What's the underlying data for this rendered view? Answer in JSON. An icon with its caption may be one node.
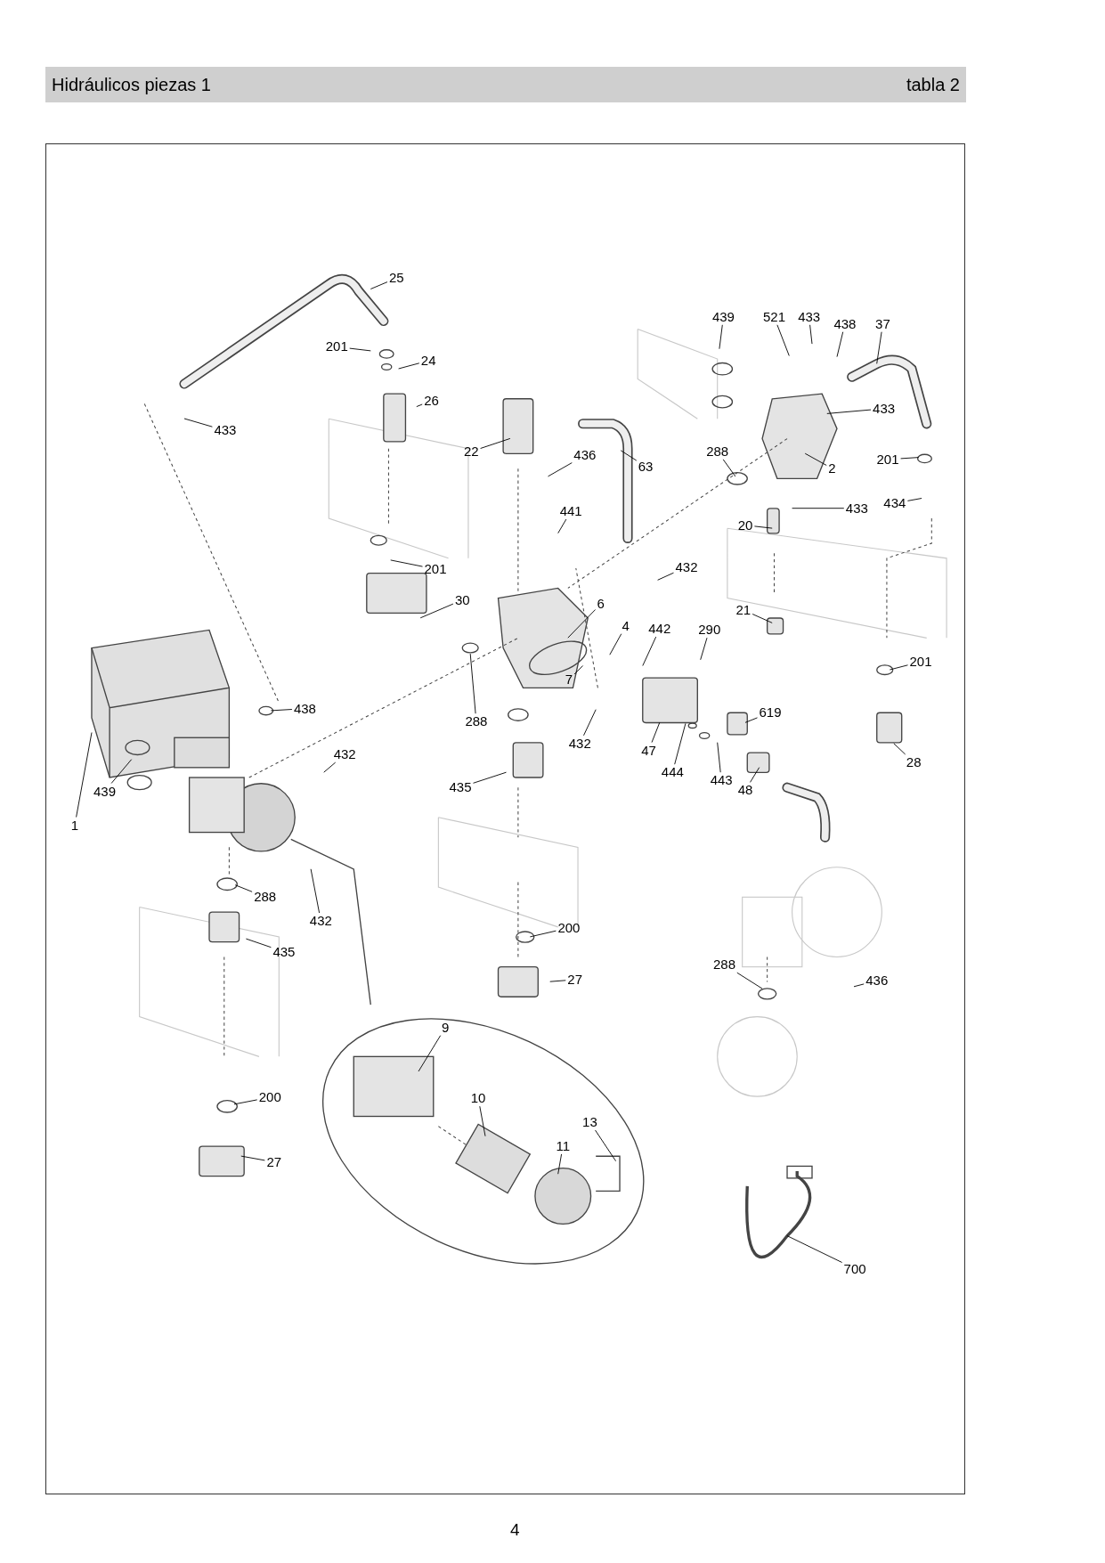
{
  "diagram": {
    "title": "Hidráulicos piezas 1",
    "nodes": [
      {
        "text": [
          "25"
        ]
      },
      {
        "text": [
          "201"
        ]
      },
      {
        "text": [
          "24"
        ]
      },
      {
        "text": [
          "26"
        ]
      },
      {
        "text": [
          "433"
        ]
      },
      {
        "text": [
          "439"
        ]
      },
      {
        "text": [
          "521"
        ]
      },
      {
        "text": [
          "433"
        ]
      },
      {
        "text": [
          "438"
        ]
      },
      {
        "text": [
          "37"
        ]
      },
      {
        "text": [
          "433"
        ]
      },
      {
        "text": [
          "22"
        ]
      },
      {
        "text": [
          "436"
        ]
      },
      {
        "text": [
          "63"
        ]
      },
      {
        "text": [
          "288"
        ]
      },
      {
        "text": [
          "2"
        ]
      },
      {
        "text": [
          "201"
        ]
      },
      {
        "text": [
          "433"
        ]
      },
      {
        "text": [
          "434"
        ]
      },
      {
        "text": [
          "441"
        ]
      },
      {
        "text": [
          "20"
        ]
      },
      {
        "text": [
          "201"
        ]
      },
      {
        "text": [
          "432"
        ]
      },
      {
        "text": [
          "30"
        ]
      },
      {
        "text": [
          "6"
        ]
      },
      {
        "text": [
          "21"
        ]
      },
      {
        "text": [
          "4"
        ]
      },
      {
        "text": [
          "442"
        ]
      },
      {
        "text": [
          "290"
        ]
      },
      {
        "text": [
          "201"
        ]
      },
      {
        "text": [
          "7"
        ]
      },
      {
        "text": [
          "438"
        ]
      },
      {
        "text": [
          "619"
        ]
      },
      {
        "text": [
          "288"
        ]
      },
      {
        "text": [
          "432"
        ]
      },
      {
        "text": [
          "47"
        ]
      },
      {
        "text": [
          "432"
        ]
      },
      {
        "text": [
          "435"
        ]
      },
      {
        "text": [
          "444"
        ]
      },
      {
        "text": [
          "443"
        ]
      },
      {
        "text": [
          "28"
        ]
      },
      {
        "text": [
          "48"
        ]
      },
      {
        "text": [
          "439"
        ]
      },
      {
        "text": [
          "1"
        ]
      },
      {
        "text": [
          "288"
        ]
      },
      {
        "text": [
          "432"
        ]
      },
      {
        "text": [
          "435"
        ]
      },
      {
        "text": [
          "200"
        ]
      },
      {
        "text": [
          "288"
        ]
      },
      {
        "text": [
          "27"
        ]
      },
      {
        "text": [
          "436"
        ]
      },
      {
        "text": [
          "9"
        ]
      },
      {
        "text": [
          "200"
        ]
      },
      {
        "text": [
          "10"
        ]
      },
      {
        "text": [
          "13"
        ]
      },
      {
        "text": [
          "11"
        ]
      },
      {
        "text": [
          "27"
        ]
      },
      {
        "text": [
          "700"
        ]
      }
    ],
    "edges": [
      {
        "from": 0,
        "to": null,
        "arrow": "none"
      },
      {
        "from": 1,
        "to": null,
        "arrow": "none"
      },
      {
        "from": 2,
        "to": null,
        "arrow": "none"
      },
      {
        "from": 3,
        "to": null,
        "arrow": "none"
      },
      {
        "from": 4,
        "to": null,
        "arrow": "none"
      },
      {
        "from": 5,
        "to": null,
        "arrow": "none"
      },
      {
        "from": 6,
        "to": null,
        "arrow": "none"
      },
      {
        "from": 7,
        "to": null,
        "arrow": "none"
      },
      {
        "from": 8,
        "to": null,
        "arrow": "none"
      },
      {
        "from": 9,
        "to": null,
        "arrow": "none"
      },
      {
        "from": 10,
        "to": null,
        "arrow": "none"
      },
      {
        "from": 11,
        "to": null,
        "arrow": "none"
      },
      {
        "from": 12,
        "to": null,
        "arrow": "none"
      },
      {
        "from": 13,
        "to": null,
        "arrow": "none"
      },
      {
        "from": 14,
        "to": null,
        "arrow": "none"
      },
      {
        "from": 15,
        "to": null,
        "arrow": "none"
      },
      {
        "from": 16,
        "to": null,
        "arrow": "none"
      },
      {
        "from": 17,
        "to": null,
        "arrow": "none"
      },
      {
        "from": 18,
        "to": null,
        "arrow": "none"
      },
      {
        "from": 19,
        "to": null,
        "arrow": "none"
      },
      {
        "from": 20,
        "to": null,
        "arrow": "none"
      },
      {
        "from": 21,
        "to": null,
        "arrow": "none"
      },
      {
        "from": 22,
        "to": null,
        "arrow": "none"
      },
      {
        "from": 23,
        "to": null,
        "arrow": "none"
      },
      {
        "from": 24,
        "to": null,
        "arrow": "none"
      },
      {
        "from": 25,
        "to": null,
        "arrow": "none"
      },
      {
        "from": 26,
        "to": null,
        "arrow": "none"
      },
      {
        "from": 27,
        "to": null,
        "arrow": "none"
      },
      {
        "from": 28,
        "to": null,
        "arrow": "none"
      },
      {
        "from": 29,
        "to": null,
        "arrow": "none"
      },
      {
        "from": 30,
        "to": null,
        "arrow": "none"
      },
      {
        "from": 31,
        "to": null,
        "arrow": "none"
      },
      {
        "from": 32,
        "to": null,
        "arrow": "none"
      },
      {
        "from": 33,
        "to": null,
        "arrow": "none"
      },
      {
        "from": 34,
        "to": null,
        "arrow": "none"
      },
      {
        "from": 35,
        "to": null,
        "arrow": "none"
      },
      {
        "from": 36,
        "to": null,
        "arrow": "none"
      },
      {
        "from": 37,
        "to": null,
        "arrow": "none"
      },
      {
        "from": 38,
        "to": null,
        "arrow": "none"
      },
      {
        "from": 39,
        "to": null,
        "arrow": "none"
      },
      {
        "from": 40,
        "to": null,
        "arrow": "none"
      },
      {
        "from": 41,
        "to": null,
        "arrow": "none"
      },
      {
        "from": 42,
        "to": null,
        "arrow": "none"
      },
      {
        "from": 43,
        "to": null,
        "arrow": "none"
      },
      {
        "from": 44,
        "to": null,
        "arrow": "none"
      },
      {
        "from": 45,
        "to": null,
        "arrow": "none"
      },
      {
        "from": 46,
        "to": null,
        "arrow": "none"
      },
      {
        "from": 47,
        "to": null,
        "arrow": "none"
      },
      {
        "from": 48,
        "to": null,
        "arrow": "none"
      },
      {
        "from": 49,
        "to": null,
        "arrow": "none"
      },
      {
        "from": 50,
        "to": null,
        "arrow": "none"
      },
      {
        "from": 51,
        "to": null,
        "arrow": "none"
      },
      {
        "from": 52,
        "to": null,
        "arrow": "none"
      },
      {
        "from": 53,
        "to": null,
        "arrow": "none"
      },
      {
        "from": 54,
        "to": null,
        "arrow": "none"
      },
      {
        "from": 55,
        "to": null,
        "arrow": "none"
      },
      {
        "from": 56,
        "to": null,
        "arrow": "none"
      },
      {
        "from": 57,
        "to": null,
        "arrow": "none"
      }
    ],
    "labels": [
      "tabla 2",
      "4"
    ]
  }
}
